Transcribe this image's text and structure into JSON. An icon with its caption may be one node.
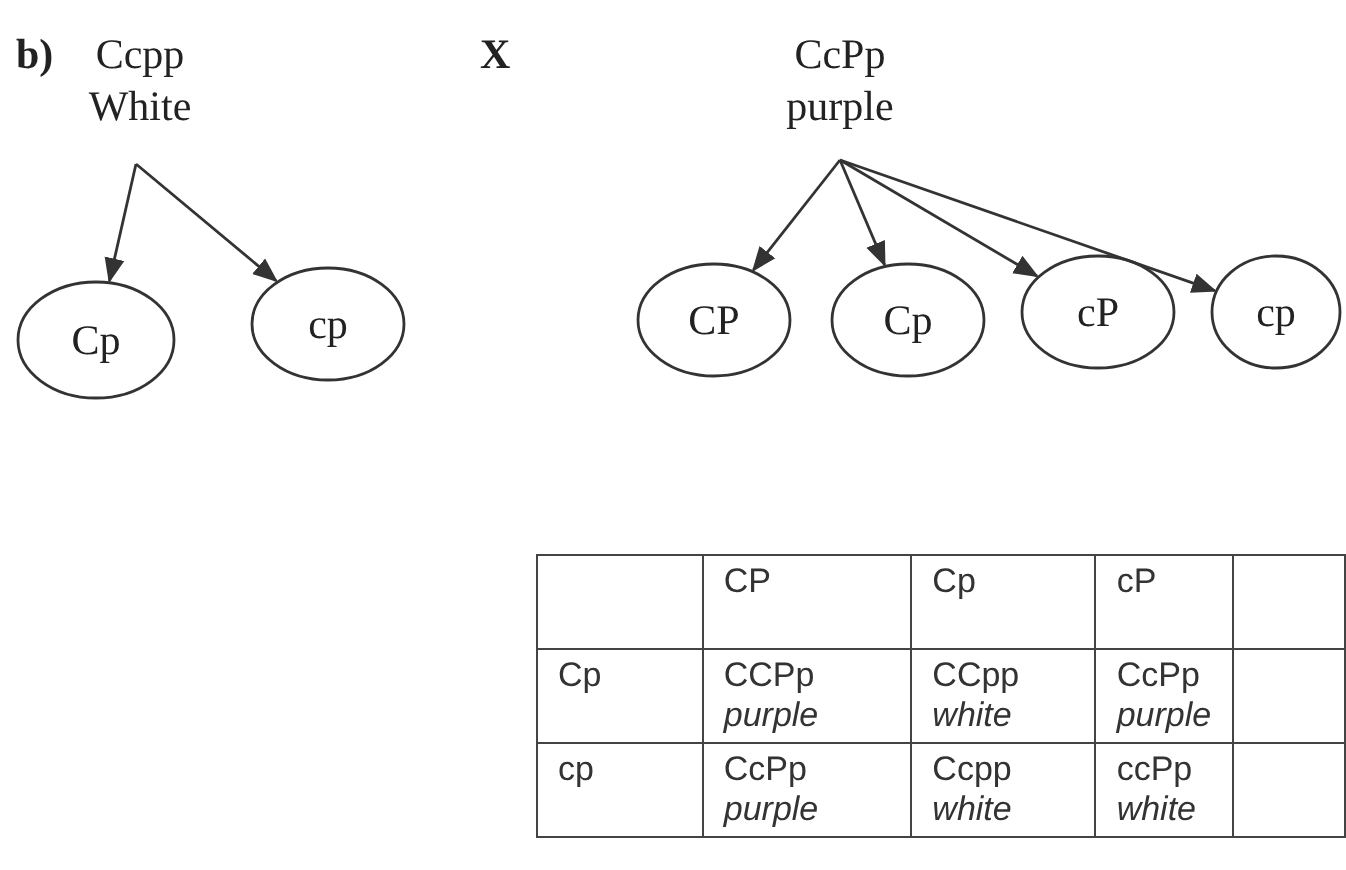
{
  "diagram": {
    "nodes": [
      {
        "text": [
          "Ccpp",
          "White"
        ]
      },
      {
        "text": [
          "CcPp",
          "purple"
        ]
      },
      {
        "text": [
          "Cp"
        ]
      },
      {
        "text": [
          "cp"
        ]
      },
      {
        "text": [
          "CP"
        ]
      },
      {
        "text": [
          "Cp"
        ]
      },
      {
        "text": [
          "cP"
        ]
      },
      {
        "text": [
          "cp"
        ]
      }
    ],
    "edges": [
      {
        "from": 0,
        "to": 2,
        "arrow": "to"
      },
      {
        "from": 0,
        "to": 3,
        "arrow": "to"
      },
      {
        "from": 1,
        "to": 4,
        "arrow": "to"
      },
      {
        "from": 1,
        "to": 5,
        "arrow": "to"
      },
      {
        "from": 1,
        "to": 6,
        "arrow": "to"
      },
      {
        "from": 1,
        "to": 7,
        "arrow": "to"
      }
    ],
    "labels": [
      "b)",
      "X",
      "CP",
      "Cp",
      "cP",
      "Cp",
      "CCPp *purple*",
      "CCpp *white*",
      "CcPp *purple*",
      "cp",
      "CcPp *purple*",
      "Ccpp *white*",
      "ccPp *white*"
    ]
  }
}
